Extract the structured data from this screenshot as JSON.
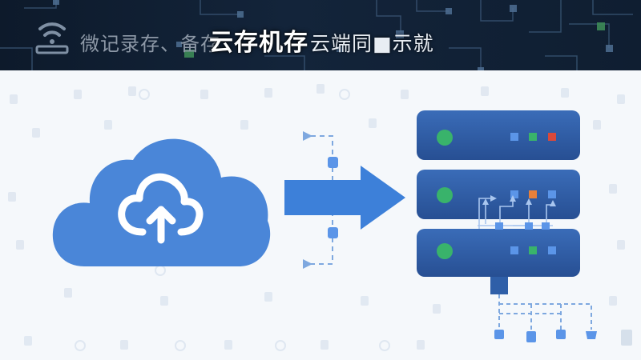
{
  "header": {
    "faded_title": "微记录存、备存",
    "main_title": "云存机存",
    "trailing_title": "云端同■示就"
  },
  "icons": {
    "wifi": "wifi-icon",
    "cloud": "cloud-upload-icon",
    "arrow": "right-arrow-icon",
    "server": "server-rack-icon"
  },
  "colors": {
    "banner_bg": "#13243a",
    "cloud": "#4a86d8",
    "arrow": "#3d80d9",
    "server": "#2f5fa8",
    "server_light": "#4d7bc4",
    "led_green": "#39b36b",
    "led_blue": "#5b95e8",
    "led_orange": "#e8803a",
    "led_red": "#d9493a",
    "dash": "#7ea8df"
  }
}
